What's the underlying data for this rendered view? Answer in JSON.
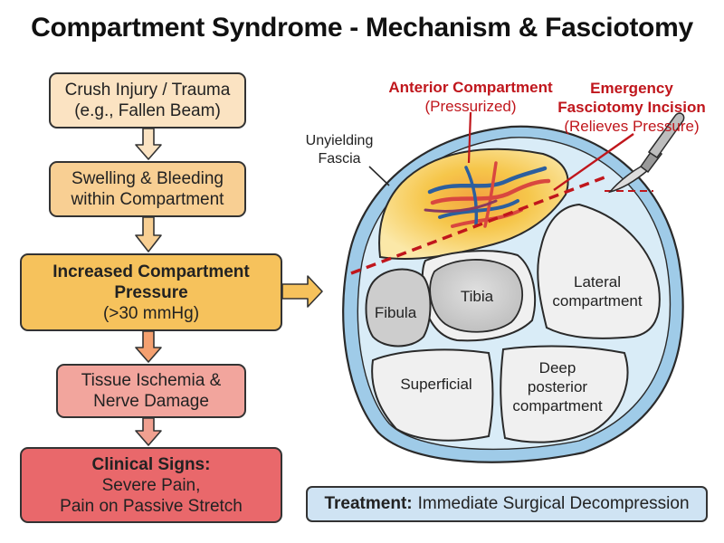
{
  "title": "Compartment Syndrome - Mechanism & Fasciotomy",
  "flow": {
    "step1": {
      "line1": "Crush Injury / Trauma",
      "line2": "(e.g., Fallen Beam)"
    },
    "step2": {
      "line1": "Swelling & Bleeding",
      "line2": "within Compartment"
    },
    "step3": {
      "line1": "Increased Compartment",
      "line2": "Pressure",
      "line3": "(>30 mmHg)"
    },
    "step4": {
      "line1": "Tissue Ischemia &",
      "line2": "Nerve Damage"
    },
    "step5": {
      "line1": "Clinical Signs:",
      "line2": "Severe Pain,",
      "line3": "Pain on Passive Stretch"
    }
  },
  "diagram": {
    "fascia_label": {
      "line1": "Unyielding",
      "line2": "Fascia"
    },
    "anterior_label": {
      "line1": "Anterior Compartment",
      "line2": "(Pressurized)"
    },
    "incision_label": {
      "line1": "Emergency",
      "line2": "Fasciotomy Incision",
      "line3": "(Relieves Pressure)"
    },
    "fibula": "Fibula",
    "tibia": "Tibia",
    "lateral": {
      "line1": "Lateral",
      "line2": "compartment"
    },
    "superficial": "Superficial",
    "deep": {
      "line1": "Deep",
      "line2": "posterior",
      "line3": "compartment"
    }
  },
  "treatment": {
    "label": "Treatment:",
    "text": "Immediate Surgical Decompression"
  },
  "colors": {
    "accent_red": "#c0161c",
    "fascia_blue": "#8fc3e6",
    "outline": "#2a2a2a",
    "anterior_yellow": "#f5c23c",
    "compartment_gray": "#f0f0f0",
    "bone_gray": "#c9c9c9"
  },
  "icons": [
    "scalpel-icon"
  ]
}
